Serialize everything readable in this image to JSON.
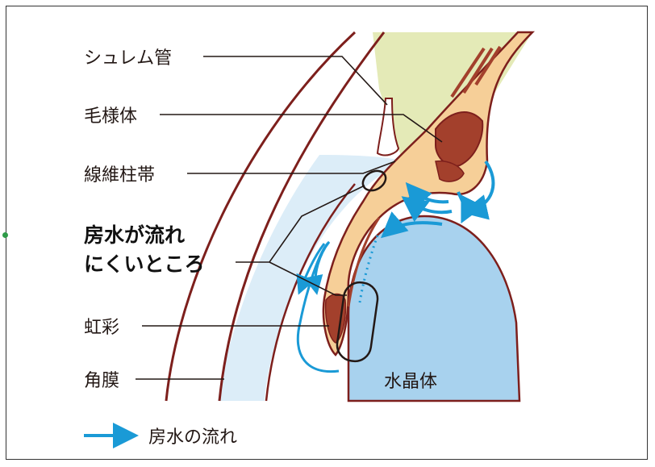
{
  "labels": {
    "schlemm_canal": "シュレム管",
    "ciliary_body": "毛様体",
    "trabecular_meshwork": "線維柱帯",
    "hard_flow_line1": "房水が流れ",
    "hard_flow_line2": "にくいところ",
    "iris": "虹彩",
    "cornea": "角膜",
    "lens": "水晶体"
  },
  "legend": {
    "label": "房水の流れ"
  },
  "colors": {
    "flow_arrow": "#1a9ad6",
    "tissue_fill": "#f6cf98",
    "tissue_outline": "#7d1f1c",
    "lens_fill": "#a8d2ee",
    "cornea_fill": "#dcedf8",
    "sclera_fill": "#e4eab7",
    "leader_line": "#231815"
  }
}
